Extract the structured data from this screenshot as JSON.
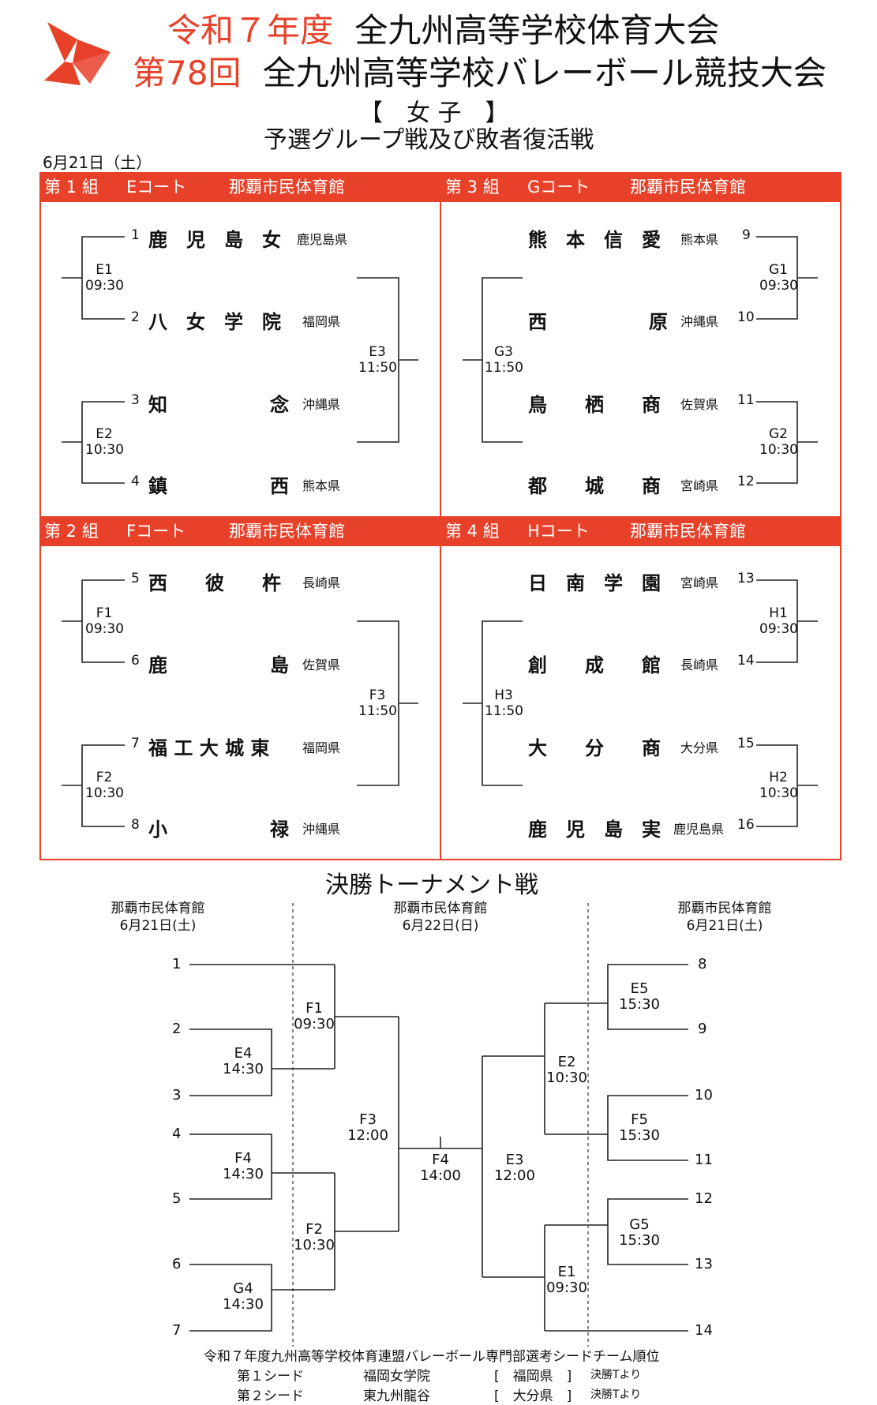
{
  "header": {
    "line1_red": "令和７年度",
    "line1_rest": "全九州高等学校体育大会",
    "line2_red": "第78回",
    "line2_rest": "全九州高等学校バレーボール競技大会",
    "category": "【　女 子　】",
    "subtitle": "予選グループ戦及び敗者復活戦",
    "date": "6月21日（土）"
  },
  "groups": [
    {
      "group_label": "第 1 組",
      "court": "Eコート",
      "venue": "那覇市民体育館",
      "teams": [
        {
          "seed": "1",
          "name": "鹿　児　島　女",
          "pref": "鹿児島県"
        },
        {
          "seed": "2",
          "name": "八　女　学　院",
          "pref": "福岡県"
        },
        {
          "seed": "3",
          "name": "知",
          "name2": "念",
          "pref": "沖縄県"
        },
        {
          "seed": "4",
          "name": "鎮",
          "name2": "西",
          "pref": "熊本県"
        }
      ],
      "matches": [
        {
          "code": "E1",
          "time": "09:30"
        },
        {
          "code": "E2",
          "time": "10:30"
        },
        {
          "code": "E3",
          "time": "11:50"
        }
      ]
    },
    {
      "group_label": "第 3 組",
      "court": "Gコート",
      "venue": "那覇市民体育館",
      "teams": [
        {
          "seed": "9",
          "name": "熊　本　信　愛",
          "pref": "熊本県"
        },
        {
          "seed": "10",
          "name": "西",
          "name2": "原",
          "pref": "沖縄県"
        },
        {
          "seed": "11",
          "name": "鳥　　栖　　商",
          "pref": "佐賀県"
        },
        {
          "seed": "12",
          "name": "都　　城　　商",
          "pref": "宮崎県"
        }
      ],
      "matches": [
        {
          "code": "G1",
          "time": "09:30"
        },
        {
          "code": "G2",
          "time": "10:30"
        },
        {
          "code": "G3",
          "time": "11:50"
        }
      ]
    },
    {
      "group_label": "第 2 組",
      "court": "Fコート",
      "venue": "那覇市民体育館",
      "teams": [
        {
          "seed": "5",
          "name": "西　　彼　　杵",
          "pref": "長崎県"
        },
        {
          "seed": "6",
          "name": "鹿",
          "name2": "島",
          "pref": "佐賀県"
        },
        {
          "seed": "7",
          "name": "福 工 大 城 東",
          "pref": "福岡県"
        },
        {
          "seed": "8",
          "name": "小",
          "name2": "禄",
          "pref": "沖縄県"
        }
      ],
      "matches": [
        {
          "code": "F1",
          "time": "09:30"
        },
        {
          "code": "F2",
          "time": "10:30"
        },
        {
          "code": "F3",
          "time": "11:50"
        }
      ]
    },
    {
      "group_label": "第 4 組",
      "court": "Hコート",
      "venue": "那覇市民体育館",
      "teams": [
        {
          "seed": "13",
          "name": "日　南　学　園",
          "pref": "宮崎県"
        },
        {
          "seed": "14",
          "name": "創　　成　　館",
          "pref": "長崎県"
        },
        {
          "seed": "15",
          "name": "大　　分　　商",
          "pref": "大分県"
        },
        {
          "seed": "16",
          "name": "鹿　児　島　実",
          "pref": "鹿児島県"
        }
      ],
      "matches": [
        {
          "code": "H1",
          "time": "09:30"
        },
        {
          "code": "H2",
          "time": "10:30"
        },
        {
          "code": "H3",
          "time": "11:50"
        }
      ]
    }
  ],
  "final": {
    "title": "決勝トーナメント戦",
    "left_venue": "那覇市民体育館",
    "left_date": "6月21日(土)",
    "center_venue": "那覇市民体育館",
    "center_date": "6月22日(日)",
    "right_venue": "那覇市民体育館",
    "right_date": "6月21日(土)",
    "left_slots": [
      "1",
      "2",
      "3",
      "4",
      "5",
      "6",
      "7"
    ],
    "right_slots": [
      "8",
      "9",
      "10",
      "11",
      "12",
      "13",
      "14"
    ],
    "matches": {
      "E4": {
        "code": "E4",
        "time": "14:30"
      },
      "F4l": {
        "code": "F4",
        "time": "14:30"
      },
      "G4": {
        "code": "G4",
        "time": "14:30"
      },
      "F1": {
        "code": "F1",
        "time": "09:30"
      },
      "F2": {
        "code": "F2",
        "time": "10:30"
      },
      "F3": {
        "code": "F3",
        "time": "12:00"
      },
      "F4": {
        "code": "F4",
        "time": "14:00"
      },
      "E3": {
        "code": "E3",
        "time": "12:00"
      },
      "E2": {
        "code": "E2",
        "time": "10:30"
      },
      "E1": {
        "code": "E1",
        "time": "09:30"
      },
      "E5": {
        "code": "E5",
        "time": "15:30"
      },
      "F5": {
        "code": "F5",
        "time": "15:30"
      },
      "G5": {
        "code": "G5",
        "time": "15:30"
      }
    }
  },
  "seeds": {
    "title": "令和７年度九州高等学校体育連盟バレーボール専門部選考シードチーム順位",
    "rows": [
      {
        "rank": "第１シード",
        "team": "福岡女学院",
        "pref": "[　福岡県　]",
        "note": "決勝Tより"
      },
      {
        "rank": "第２シード",
        "team": "東九州龍谷",
        "pref": "[　大分県　]",
        "note": "決勝Tより"
      }
    ]
  },
  "colors": {
    "accent": "#e8412a"
  }
}
